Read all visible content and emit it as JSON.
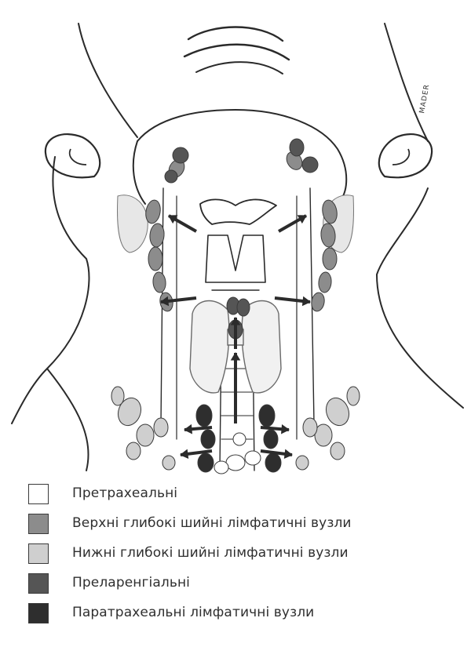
{
  "figure": {
    "illustration": {
      "signature": "MADER",
      "arrow_color": "#2b2b2b",
      "line_color": "#2a2a2a"
    },
    "legend": [
      {
        "label": "Претрахеальні",
        "color": "#ffffff"
      },
      {
        "label": "Верхні глибокі шийні лімфатичні вузли",
        "color": "#8c8c8c"
      },
      {
        "label": "Нижні глибокі шийні лімфатичні вузли",
        "color": "#cfcfcf"
      },
      {
        "label": "Преларенгіальні",
        "color": "#555555"
      },
      {
        "label": "Паратрахеальні лімфатичні вузли",
        "color": "#2e2e2e"
      }
    ]
  }
}
